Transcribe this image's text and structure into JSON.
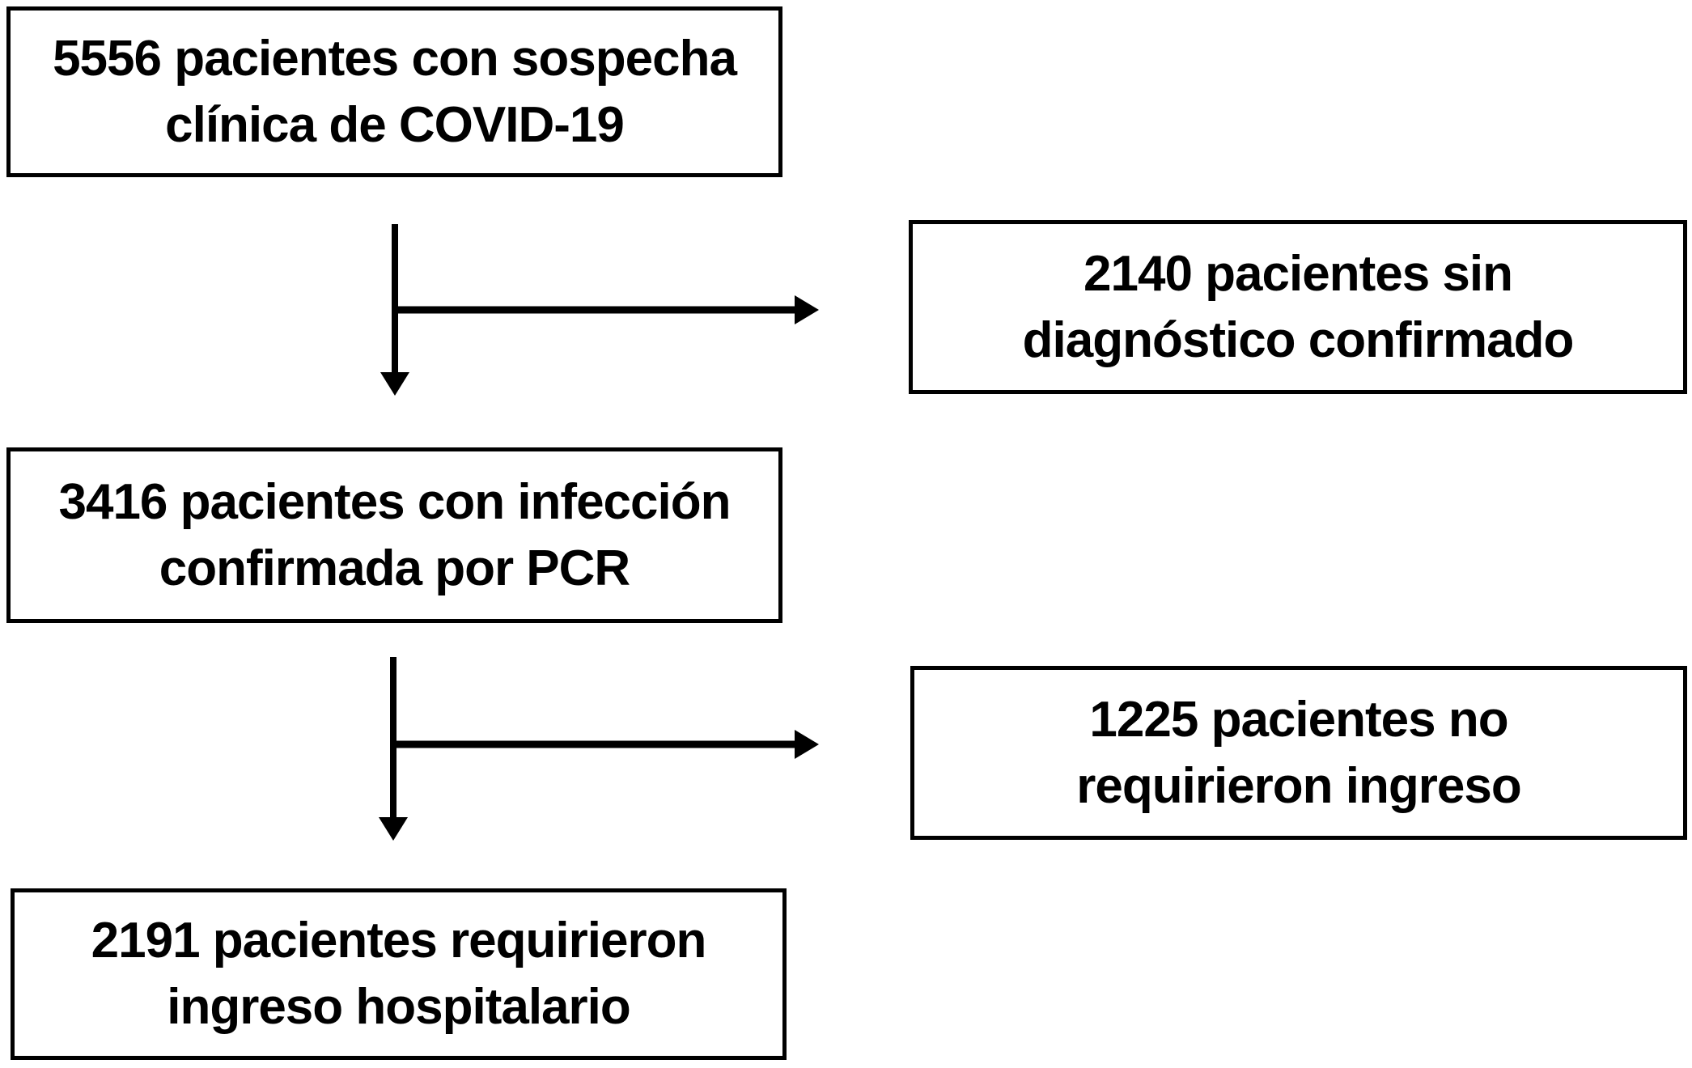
{
  "diagram": {
    "type": "patient-flowchart",
    "language": "es",
    "colors": {
      "line": "#000000",
      "box_border": "#000000",
      "text": "#000000",
      "background": "#ffffff"
    },
    "boxes": [
      {
        "id": "suspected",
        "count": 5556,
        "lines": [
          "5556 pacientes con sospecha",
          "clínica de COVID-19"
        ]
      },
      {
        "id": "no-confirmed-diagnosis",
        "count": 2140,
        "lines": [
          "2140 pacientes sin",
          "diagnóstico confirmado"
        ]
      },
      {
        "id": "pcr-confirmed",
        "count": 3416,
        "lines": [
          "3416 pacientes con infección",
          "confirmada por PCR"
        ]
      },
      {
        "id": "no-admission-required",
        "count": 1225,
        "lines": [
          "1225 pacientes no",
          "requirieron ingreso"
        ]
      },
      {
        "id": "hospital-admitted",
        "count": 2191,
        "lines": [
          "2191 pacientes requirieron",
          "ingreso hospitalario"
        ]
      }
    ],
    "edges": [
      {
        "from": "suspected",
        "to": "pcr-confirmed",
        "direction": "down"
      },
      {
        "from": "suspected",
        "to": "no-confirmed-diagnosis",
        "direction": "right"
      },
      {
        "from": "pcr-confirmed",
        "to": "hospital-admitted",
        "direction": "down"
      },
      {
        "from": "pcr-confirmed",
        "to": "no-admission-required",
        "direction": "right"
      }
    ]
  }
}
